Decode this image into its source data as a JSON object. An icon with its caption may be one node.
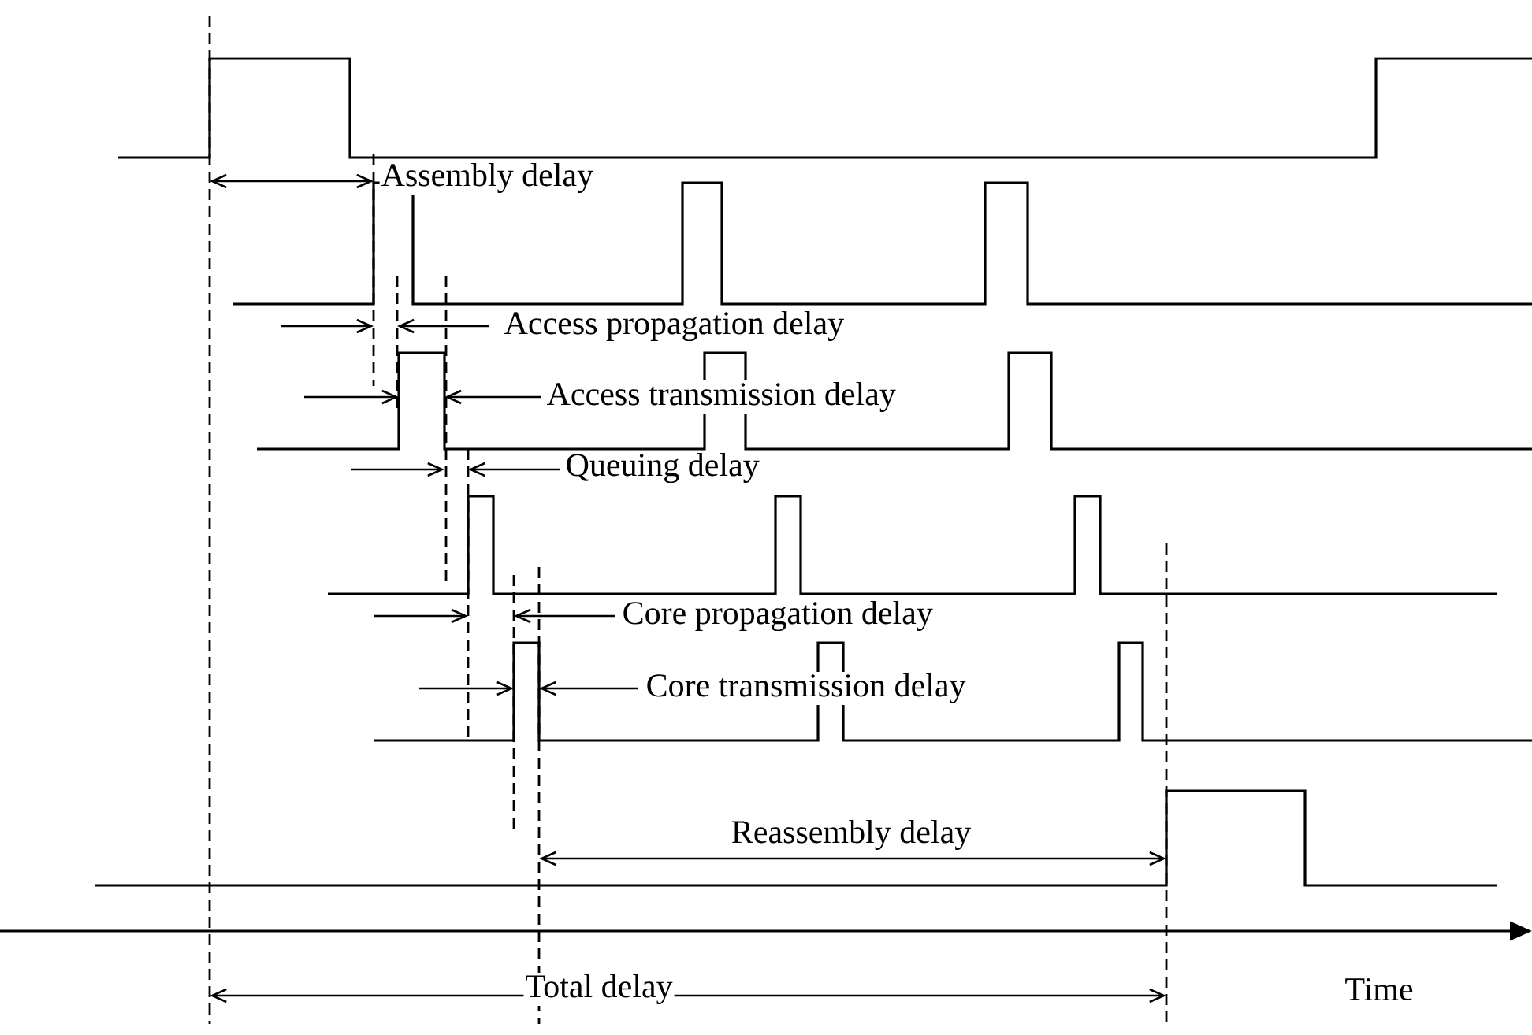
{
  "diagram": {
    "labels": [
      "Assembly delay",
      "Access propagation delay",
      "Access transmission delay",
      "Queuing delay",
      "Core propagation delay",
      "Core transmission delay",
      "Reassembly delay",
      "Total delay",
      "Time"
    ]
  }
}
